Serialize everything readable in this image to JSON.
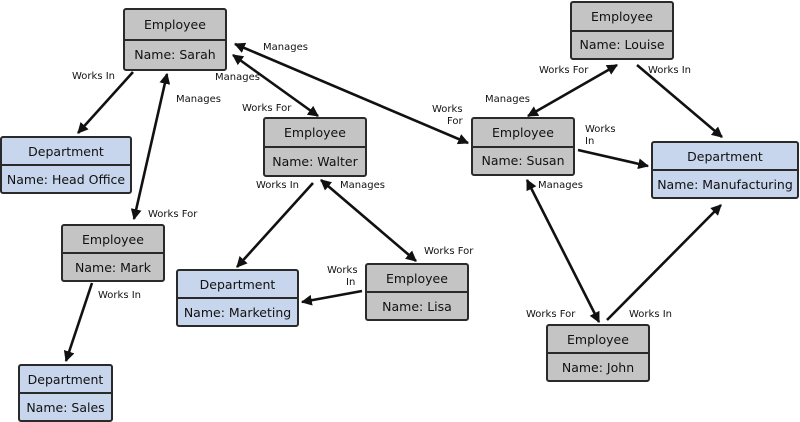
{
  "colors": {
    "employee_fill": "#c4c4c4",
    "department_fill": "#c7d6ec",
    "border": "#2a2a2a",
    "edge": "#111111"
  },
  "nodes": {
    "sarah": {
      "type": "Employee",
      "name": "Name: Sarah"
    },
    "head_office": {
      "type": "Department",
      "name": "Name: Head Office"
    },
    "mark": {
      "type": "Employee",
      "name": "Name: Mark"
    },
    "sales": {
      "type": "Department",
      "name": "Name: Sales"
    },
    "walter": {
      "type": "Employee",
      "name": "Name: Walter"
    },
    "marketing": {
      "type": "Department",
      "name": "Name: Marketing"
    },
    "lisa": {
      "type": "Employee",
      "name": "Name: Lisa"
    },
    "susan": {
      "type": "Employee",
      "name": "Name: Susan"
    },
    "louise": {
      "type": "Employee",
      "name": "Name: Louise"
    },
    "manufacturing": {
      "type": "Department",
      "name": "Name: Manufacturing"
    },
    "john": {
      "type": "Employee",
      "name": "Name: John"
    }
  },
  "edges": {
    "sarah_head_office": {
      "from": "sarah",
      "to": "head_office",
      "label": "Works In"
    },
    "sarah_mark": {
      "from": "sarah",
      "to": "mark",
      "label_a": "Manages",
      "label_b": "Works For"
    },
    "sarah_walter": {
      "from": "sarah",
      "to": "walter",
      "label_a": "Manages",
      "label_b": "Works For"
    },
    "sarah_susan": {
      "from": "sarah",
      "to": "susan",
      "label_a": "Manages",
      "label_b_line1": "Works",
      "label_b_line2": "For"
    },
    "mark_sales": {
      "from": "mark",
      "to": "sales",
      "label": "Works In"
    },
    "walter_marketing": {
      "from": "walter",
      "to": "marketing",
      "label": "Works In"
    },
    "walter_lisa": {
      "from": "walter",
      "to": "lisa",
      "label_a": "Manages",
      "label_b": "Works For"
    },
    "lisa_marketing": {
      "from": "lisa",
      "to": "marketing",
      "label_line1": "Works",
      "label_line2": "In"
    },
    "susan_louise": {
      "from": "susan",
      "to": "louise",
      "label_a": "Manages",
      "label_b": "Works For"
    },
    "louise_manufacturing": {
      "from": "louise",
      "to": "manufacturing",
      "label": "Works In"
    },
    "susan_manufacturing": {
      "from": "susan",
      "to": "manufacturing",
      "label_line1": "Works",
      "label_line2": "In"
    },
    "susan_john": {
      "from": "susan",
      "to": "john",
      "label_a": "Manages",
      "label_b": "Works For"
    },
    "john_manufacturing": {
      "from": "john",
      "to": "manufacturing",
      "label": "Works In"
    }
  }
}
